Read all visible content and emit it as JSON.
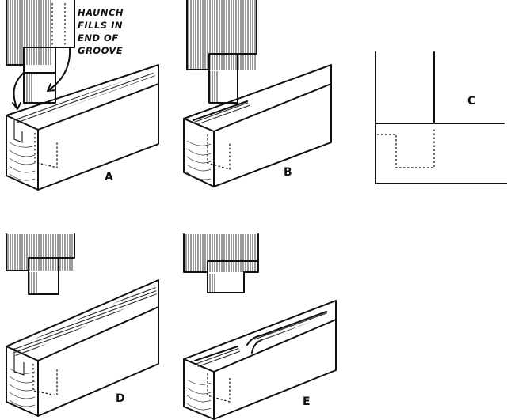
{
  "callout": {
    "lines": [
      "HAUNCH",
      "FILLS IN",
      "END OF",
      "GROOVE"
    ]
  },
  "figures": {
    "a": {
      "label": "A"
    },
    "b": {
      "label": "B"
    },
    "c": {
      "label": "C"
    },
    "d": {
      "label": "D"
    },
    "e": {
      "label": "E"
    }
  }
}
